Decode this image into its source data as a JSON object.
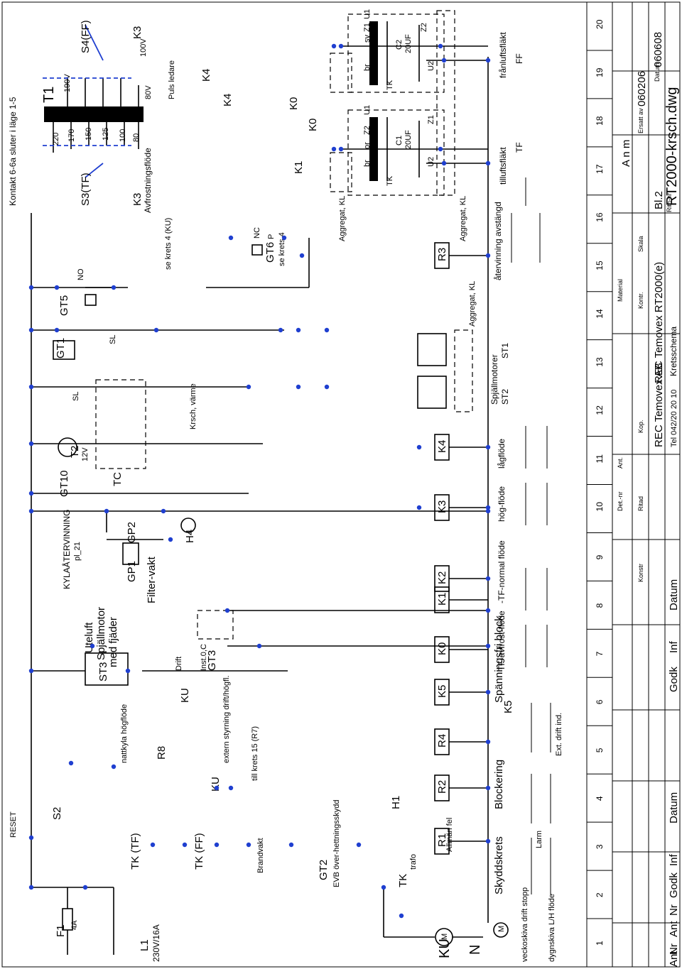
{
  "header": {
    "contact_note": "Kontakt 6-6a sluter i läge 1-5",
    "reset": "RESET",
    "transformer": "T1"
  },
  "supply": {
    "fuse": "F1",
    "fuse_rating": "4A",
    "line": "L1",
    "rating": "230V/16A",
    "neutral": "N",
    "motor": "KU",
    "motor_m": "M"
  },
  "transformer_taps": [
    "220",
    "170",
    "150",
    "125",
    "100",
    "80",
    "190V",
    "100V",
    "80V"
  ],
  "switches": {
    "s4": "S4(FF)",
    "s3": "S3(TF)",
    "k3": "K3",
    "k4": "K4",
    "k0": "K0",
    "k1": "K1",
    "pulse": "Puls ledare",
    "defrost": "Avfrostningsflöde",
    "s2": "S2",
    "k5": "K5"
  },
  "aggregates": {
    "left": "Aggregat, KL",
    "mid": "Aggregat, KL",
    "bottom": "Aggregat, KL",
    "c1": "C1",
    "c2": "C2",
    "uf": "20UF",
    "tk": "TK",
    "u1": "U1",
    "u2": "U2",
    "z1": "Z1",
    "z2": "Z2",
    "br": "br",
    "or": "or",
    "sv": "sv"
  },
  "fans": {
    "exhaust": "frånluftsfläkt",
    "exhaust_code": "FF",
    "supply": "tilluftsfläkt",
    "supply_code": "TF"
  },
  "sensors": {
    "gt6": "GT6",
    "gt6_ref": "se krets 4",
    "krets4": "se krets 4 (KU)",
    "gt5": "GT5",
    "gt1": "GT1",
    "t2": "T2",
    "t2_v": "12V",
    "tc": "TC",
    "gt10": "GT10",
    "krsch": "Krsch, värme",
    "sl": "SL",
    "nc": "NC",
    "no": "NO",
    "p": "P"
  },
  "left_block": {
    "kylaatervinning": "KYLAÅTERVINNING",
    "pl21": "pl_21",
    "gp2": "GP2",
    "gp1": "GP1",
    "filtervakt": "Filter-vakt",
    "h4": "H4",
    "uteluft": "Uteluft",
    "spjallmotor": "Spjällmotor",
    "fjader": "med fjäder",
    "st3": "ST3",
    "drift": "Drift",
    "gt3": "GT3",
    "inst": "Inst.0,C",
    "ku": "KU",
    "r8": "R8",
    "extern": "extern styrning drift/högfl.",
    "nattkyla": "nattkyla högflöde",
    "till_krets": "till krets 15 (R7)",
    "gt2": "GT2",
    "evb": "EVB över-hettningsskydd",
    "brandvakt": "Brandvakt",
    "tk_tf": "TK (TF)",
    "tk_ff": "TK (FF)",
    "trafo": "trafo",
    "tk": "TK",
    "h1": "H1",
    "allman_fel": "Allmän fel",
    "skyddskrets": "Skyddskrets",
    "blockering": "Blockering",
    "spanningsblock": "Spänningsfri block"
  },
  "coils": [
    "R1",
    "R2",
    "R4",
    "K5",
    "K0",
    "K1",
    "K2",
    "K3",
    "K4",
    "R3"
  ],
  "coil_labels": {
    "avfrost": "TF-avfrost-flöde",
    "normal": "-TF-normal flöde",
    "hog": "hög-flöde",
    "lag": "lågflöde",
    "atervinning": "återvinning avstängd",
    "spjall": "Spjällmotorer",
    "st1": "ST1",
    "st2": "ST2",
    "aggr_kl": "Aggregat, KL"
  },
  "bottom_notes": {
    "veckoskiva": "veckoskiva drift stopp",
    "dygnskiva": "dygnskiva L/H flöde",
    "ext_drift": "Ext. drift ind.",
    "larm": "Larm"
  },
  "bottom_ruler": [
    "1",
    "2",
    "3",
    "4",
    "5",
    "6",
    "7",
    "8",
    "9",
    "10",
    "11",
    "12",
    "13",
    "14",
    "15",
    "16",
    "17",
    "18",
    "19",
    "20"
  ],
  "title_block": {
    "anm": "A n m",
    "ersatt_av": "Ersatt av",
    "ersatt_val": "060206",
    "datum_lbl": "Datum",
    "datum_val": "060608",
    "file": "RT2000-krsch.dwg",
    "blad": "Bl.2",
    "ritn": "Ritn-nr",
    "project": "REC Temovex RT2000(e)",
    "subtitle": "Kretsschema",
    "company": "REC Temovex AB",
    "tel": "Tel 042/20 20 10",
    "material": "Material",
    "skala": "Skala",
    "kontr": "Kontr.",
    "kop": "Kop.",
    "ritad": "Ritad",
    "konstr": "Konstr",
    "detnr": "Det.-nr",
    "ant": "Ant.",
    "datum": "Datum",
    "inf": "Inf",
    "godk": "Godk",
    "nr": "Nr",
    "antal": "Ant"
  }
}
